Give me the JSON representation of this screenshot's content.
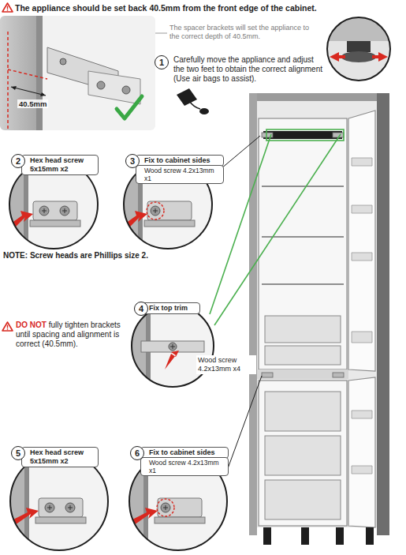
{
  "diagram": {
    "title": "The appliance should be set back 40.5mm from the front edge of the cabinet.",
    "nodes": [
      {
        "text": [
          "Hex head screw 5x15mm x2"
        ]
      },
      {
        "text": [
          "Fix to cabinet sides",
          "Wood screw 4.2x13mm x1"
        ]
      },
      {
        "text": [
          "Fix top trim",
          "Wood screw 4.2x13mm x4"
        ]
      },
      {
        "text": [
          "Hex head screw 5x15mm x2"
        ]
      },
      {
        "text": [
          "Fix to cabinet sides",
          "Wood screw 4.2x13mm x1"
        ]
      }
    ],
    "labels": [
      "The spacer brackets will set the appliance to the correct depth of 40.5mm.",
      "40.5mm",
      "1",
      "Carefully move the appliance and adjust the two feet to obtain the correct alignment (Use air bags to assist).",
      "2",
      "3",
      "NOTE: Screw heads are Phillips size 2.",
      "DO NOT",
      "fully tighten brackets until spacing and alignment is correct (40.5mm).",
      "4",
      "5",
      "6"
    ]
  }
}
